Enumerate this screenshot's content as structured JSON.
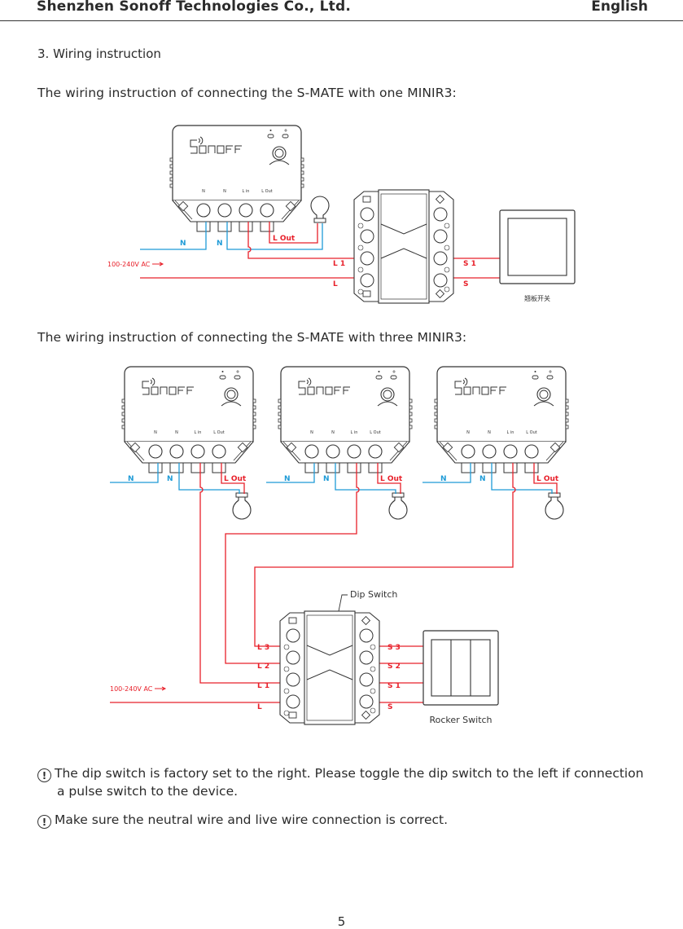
{
  "header": {
    "company": "Shenzhen Sonoff Technologies Co., Ltd.",
    "language": "English"
  },
  "section": {
    "title": "3. Wiring instruction"
  },
  "diagram_one": {
    "caption": "The wiring instruction of connecting the S-MATE with one MINIR3:",
    "device_logo": "SONOFF",
    "terminals": [
      "N",
      "N",
      "L in",
      "L Out"
    ],
    "wire_labels": {
      "n_left": "N",
      "n_right": "N",
      "l_out": "L Out",
      "l1": "L 1",
      "l": "L",
      "s1": "S 1",
      "s": "S"
    },
    "voltage": "100-240V AC",
    "switch_label": "翘板开关"
  },
  "diagram_three": {
    "caption": "The wiring instruction of connecting the S-MATE with three MINIR3:",
    "device_logo": "SONOFF",
    "devices": [
      {
        "n_left": "N",
        "n_right": "N",
        "l_out": "L Out"
      },
      {
        "n_left": "N",
        "n_right": "N",
        "l_out": "L Out"
      },
      {
        "n_left": "N",
        "n_right": "N",
        "l_out": "L Out"
      }
    ],
    "terminals": [
      "N",
      "N",
      "L in",
      "L Out"
    ],
    "left_labels": [
      "L 3",
      "L 2",
      "L 1",
      "L"
    ],
    "right_labels": [
      "S 3",
      "S 2",
      "S 1",
      "S"
    ],
    "voltage": "100-240V AC",
    "dip_switch_label": "Dip Switch",
    "rocker_switch_label": "Rocker Switch"
  },
  "notes": [
    {
      "icon": "warning-icon",
      "line1": "The dip switch is factory set to the right. Please toggle the dip switch to the left if connection",
      "line2": "a pulse switch to the device."
    },
    {
      "icon": "warning-icon",
      "line1": "Make sure the neutral wire and live wire connection is correct."
    }
  ],
  "colors": {
    "live": "#e8202a",
    "neutral": "#1f9bd7",
    "outline": "#333333"
  },
  "page_number": "5"
}
